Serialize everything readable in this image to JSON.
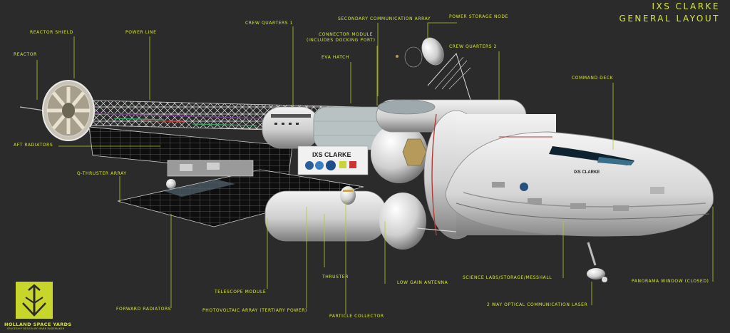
{
  "title": {
    "line1": "IXS CLARKE",
    "line2": "GENERAL LAYOUT"
  },
  "ship_hull_marking": "IXS CLARKE",
  "labels": {
    "reactor_shield": "REACTOR SHIELD",
    "reactor": "REACTOR",
    "power_line": "POWER LINE",
    "crew_quarters_1": "CREW QUARTERS 1",
    "secondary_comm_array": "SECONDARY COMMUNICATION ARRAY",
    "connector_module_1": "CONNECTOR MODULE",
    "connector_module_2": "(INCLUDES DOCKING PORT)",
    "eva_hatch": "EVA HATCH",
    "power_storage_node": "POWER STORAGE NODE",
    "crew_quarters_2": "CREW QUARTERS 2",
    "command_deck": "COMMAND DECK",
    "aft_radiators": "AFT RADIATORS",
    "q_thruster_array": "Q-THRUSTER ARRAY",
    "thruster": "THRUSTER",
    "low_gain_antenna": "LOW GAIN ANTENNA",
    "science_labs": "SCIENCE LABS/STORAGE/MESSHALL",
    "panorama_window": "PANORAMA WINDOW (CLOSED)",
    "telescope_module": "TELESCOPE MODULE",
    "forward_radiators": "FORWARD RADIATORS",
    "photovoltaic_array": "PHOTOVOLTAIC ARRAY (TERTIARY POWER)",
    "particle_collector": "PARTICLE COLLECTOR",
    "optical_comm_laser": "2 WAY OPTICAL COMMUNICATION LASER"
  },
  "logo": {
    "name": "HOLLAND SPACE YARDS",
    "credit": "SPACESHIP DESIGN BY MARK RADEMAKER"
  },
  "colors": {
    "background": "#2b2b2b",
    "label": "#d8e832",
    "leader_line": "#b9c82a",
    "logo": "#c8d62b",
    "hull": "#d9d9d9",
    "hull_shadow": "#8e8e8e",
    "truss": "#e6e6e6",
    "panel": "#0d0d0d",
    "accent_red": "#b83a32"
  }
}
